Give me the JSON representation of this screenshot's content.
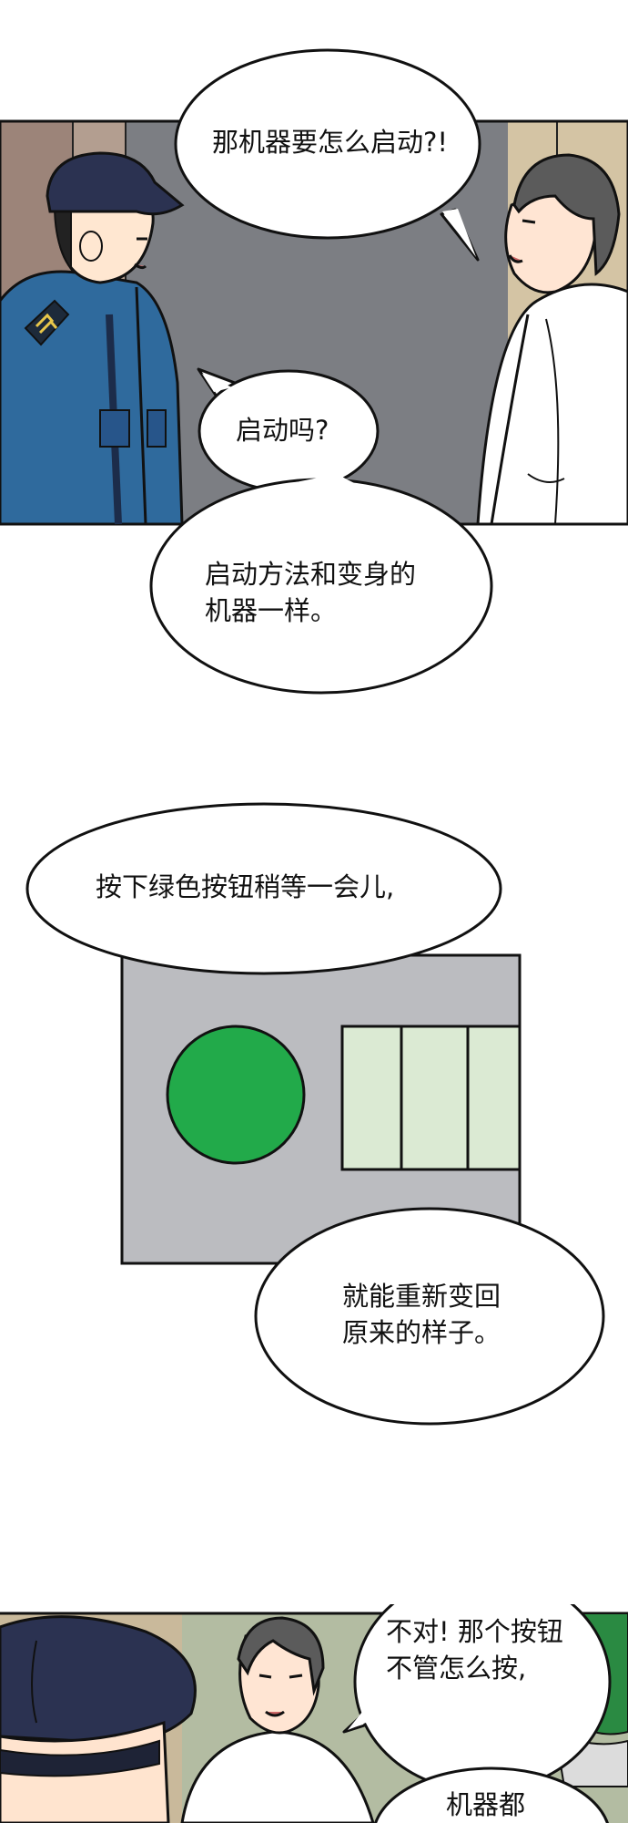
{
  "panel1": {
    "bubble_question": "那机器要怎么启动?!",
    "bubble_echo": "启动吗?",
    "bubble_answer": "启动方法和变身的\n机器一样。"
  },
  "panel2": {
    "bubble_instruction": "按下绿色按钮稍等一会儿,",
    "bubble_result": "就能重新变回\n原来的样子。",
    "colors": {
      "button": "#22aa4a",
      "device": "#bbbcc0",
      "indicator": "#dbead3"
    }
  },
  "panel3": {
    "bubble_objection": "不对! 那个按钮\n不管怎么按,",
    "bubble_cutoff": "机器都"
  }
}
